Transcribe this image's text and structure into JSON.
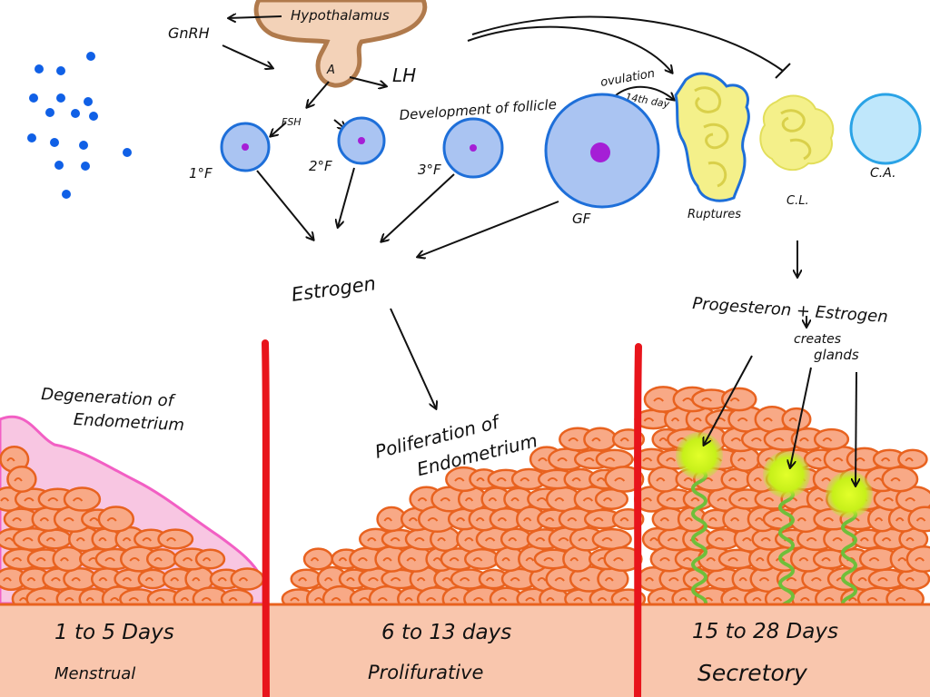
{
  "hormones": {
    "hypothalamus": "Hypothalamus",
    "gnrh": "GnRH",
    "pituitary": "A",
    "lh": "LH",
    "fsh": "FSH",
    "estrogen": "Estrogen",
    "progesterone": "Progesteron + Estrogen",
    "creates": "creates",
    "glands": "glands"
  },
  "ovary": {
    "development_label": "Development of follicle",
    "ovulation_label": "ovulation",
    "ovulation_day": "14th day",
    "follicles": [
      {
        "label": "1°F"
      },
      {
        "label": "2°F"
      },
      {
        "label": "3°F"
      },
      {
        "label": "GF"
      },
      {
        "label": "Ruptures"
      },
      {
        "label": "C.L."
      },
      {
        "label": "C.A."
      }
    ]
  },
  "phases": [
    {
      "days": "1 to 5 Days",
      "name": "Menstrual",
      "note": "Degeneration of Endometrium"
    },
    {
      "days": "6 to 13 days",
      "name": "Prolifurative",
      "note": "Poliferation of Endometrium"
    },
    {
      "days": "15 to 28 Days",
      "name": "Secretory",
      "note": ""
    }
  ],
  "colors": {
    "hypothalamus": "#f3d2b8",
    "hypothalamus_stroke": "#b07a4c",
    "follicle_fill": "#aac4f2",
    "follicle_stroke": "#1e6fd9",
    "oocyte": "#a51fd6",
    "corpus_luteum": "#f4f08a",
    "corpus_albicans": "#bfe7fb",
    "cell_fill": "#f8a986",
    "cell_stroke": "#e8621f",
    "degeneration": "#f8c6e2",
    "degeneration_stroke": "#f25fc4",
    "base": "#f9c6ad",
    "divider": "#e8141b",
    "gland": "#c7f01a",
    "gland_coil": "#6fbf3a",
    "dots": "#1060e6"
  }
}
